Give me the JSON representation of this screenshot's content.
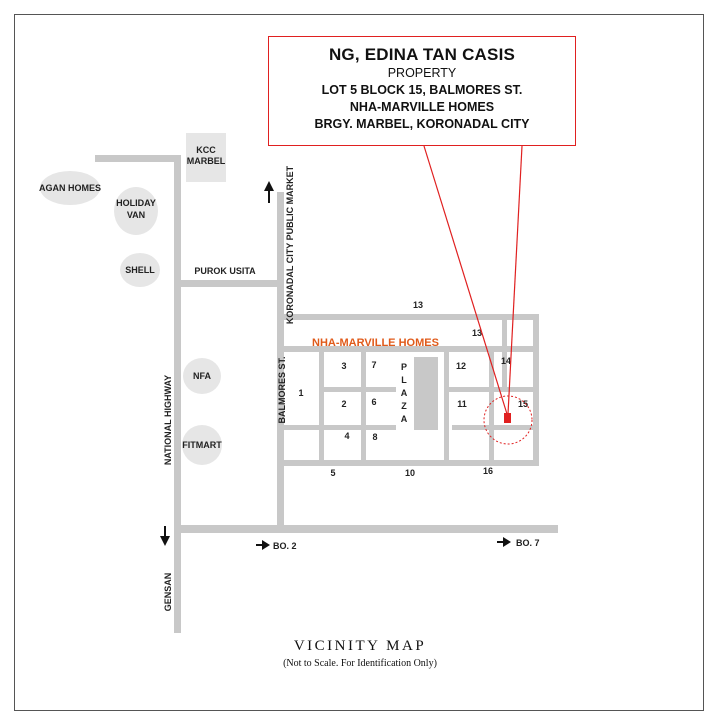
{
  "callout": {
    "owner": "NG, EDINA TAN CASIS",
    "type": "PROPERTY",
    "lot": "LOT 5 BLOCK 15, BALMORES ST.",
    "subdivision": "NHA-MARVILLE HOMES",
    "barangay": "BRGY. MARBEL, KORONADAL CITY"
  },
  "landmarks": {
    "agan_homes": "AGAN HOMES",
    "holiday_van_1": "HOLIDAY",
    "holiday_van_2": "VAN",
    "shell": "SHELL",
    "kcc_1": "KCC",
    "kcc_2": "MARBEL",
    "nfa": "NFA",
    "fitmart": "FITMART"
  },
  "streets": {
    "purok_usita": "PUROK USITA",
    "public_market": "KORONADAL CITY PUBLIC MARKET",
    "balmores": "BALMORES ST.",
    "national_highway": "NATIONAL HIGHWAY",
    "gensan": "GENSAN",
    "bo2": "BO. 2",
    "bo7": "BO. 7"
  },
  "subdivision_label": "NHA-MARVILLE HOMES",
  "plaza_letters": [
    "P",
    "L",
    "A",
    "Z",
    "A"
  ],
  "blocks": {
    "b1": "1",
    "b2": "2",
    "b3": "3",
    "b4": "4",
    "b5": "5",
    "b6": "6",
    "b7": "7",
    "b8": "8",
    "b10": "10",
    "b11": "11",
    "b12": "12",
    "b13_top": "13",
    "b13_inner": "13",
    "b14": "14",
    "b15": "15",
    "b16": "16"
  },
  "footer": {
    "title": "VICINITY MAP",
    "subtitle": "(Not to Scale. For Identification Only)"
  },
  "colors": {
    "road": "#c8c8c8",
    "landmark": "#e6e6e6",
    "accent_red": "#e02020",
    "subdivision_label": "#e05a1a"
  }
}
